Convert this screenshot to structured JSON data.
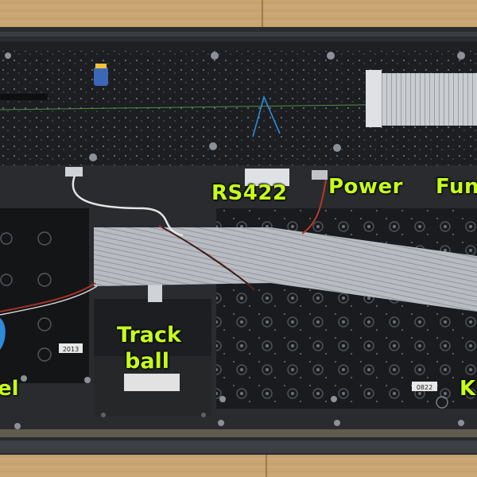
{
  "photo": {
    "labels": {
      "rs422": "RS422",
      "power": "Power",
      "function_cut": "Fun",
      "trackball_line1": "Track",
      "trackball_line2": "ball",
      "left_cut": "el",
      "right_cut": "K"
    },
    "stickers": {
      "left_board": "2013",
      "right_board": "0822"
    },
    "colors": {
      "label_color": "#c6ff1a",
      "wood": "#caa779",
      "frame": "#2a2c2f",
      "pcb": "#1d1f22",
      "ribbon_cable": "#b9bcc1",
      "blue_wire": "#2f8bd9"
    }
  }
}
